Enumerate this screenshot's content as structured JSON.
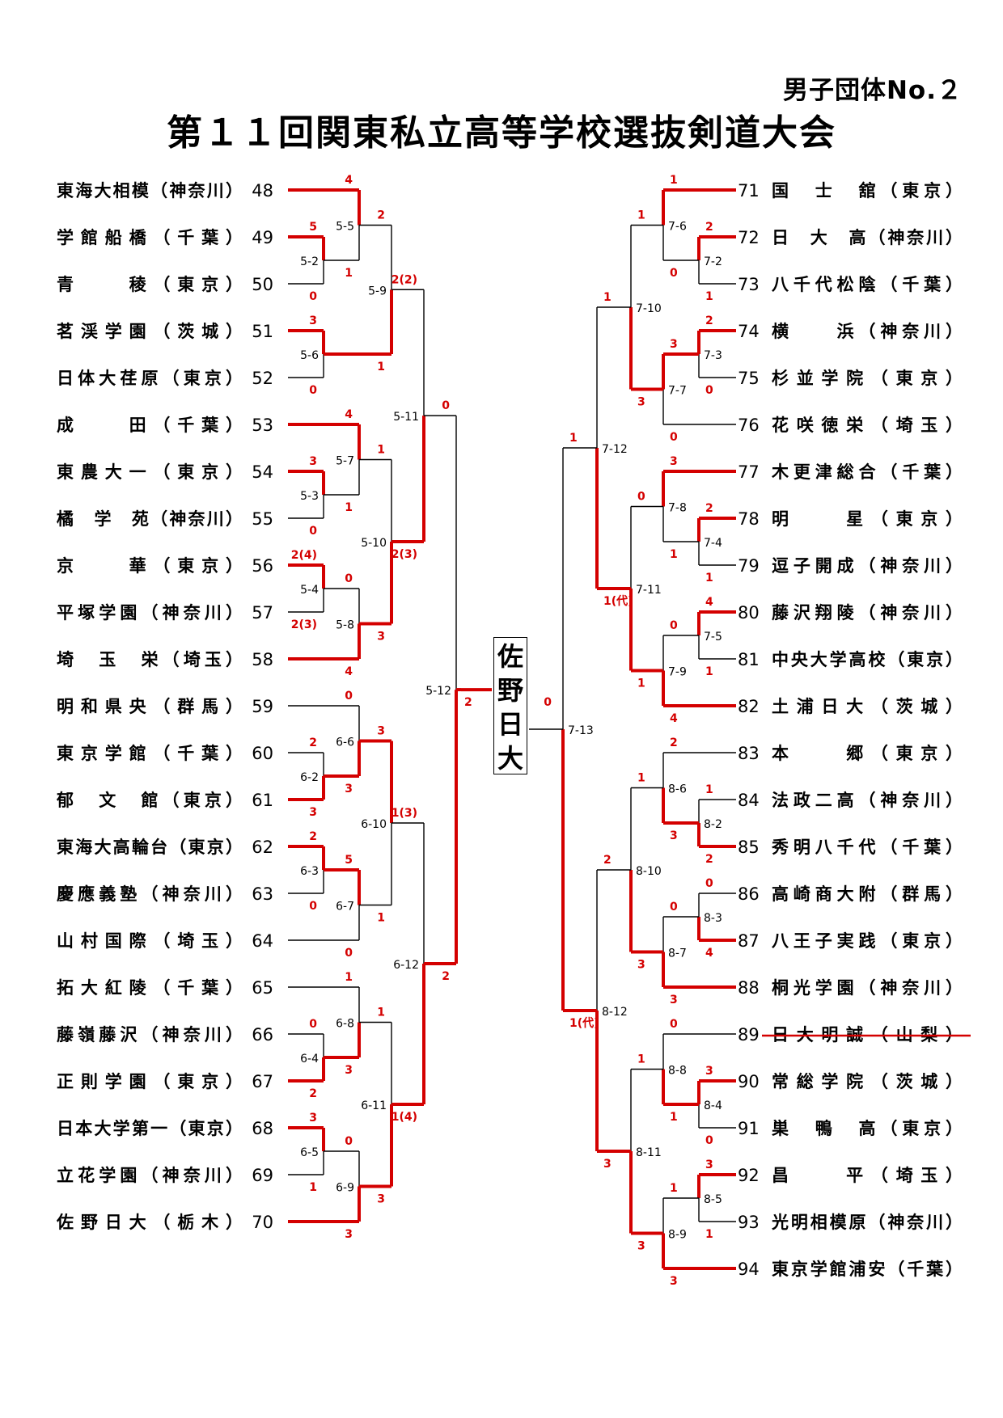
{
  "header": {
    "subtitle": "男子団体No.２",
    "title": "第１１回関東私立高等学校選抜剣道大会"
  },
  "colors": {
    "winner": "#d40000",
    "line": "#000000"
  },
  "winner": {
    "label": "佐野日大"
  },
  "left_teams": [
    {
      "num": "48",
      "name": "東海大相模（神奈川）"
    },
    {
      "num": "49",
      "name": "学館船橋（千葉）"
    },
    {
      "num": "50",
      "name": "青　　稜（東京）"
    },
    {
      "num": "51",
      "name": "茗渓学園（茨城）"
    },
    {
      "num": "52",
      "name": "日体大荏原（東京）"
    },
    {
      "num": "53",
      "name": "成　　田（千葉）"
    },
    {
      "num": "54",
      "name": "東農大一（東京）"
    },
    {
      "num": "55",
      "name": "橘　学　苑（神奈川）"
    },
    {
      "num": "56",
      "name": "京　　華（東京）"
    },
    {
      "num": "57",
      "name": "平塚学園（神奈川）"
    },
    {
      "num": "58",
      "name": "埼　玉　栄（埼玉）"
    },
    {
      "num": "59",
      "name": "明和県央（群馬）"
    },
    {
      "num": "60",
      "name": "東京学館（千葉）"
    },
    {
      "num": "61",
      "name": "郁　文　館（東京）"
    },
    {
      "num": "62",
      "name": "東海大高輪台（東京）"
    },
    {
      "num": "63",
      "name": "慶應義塾（神奈川）"
    },
    {
      "num": "64",
      "name": "山村国際（埼玉）"
    },
    {
      "num": "65",
      "name": "拓大紅陵（千葉）"
    },
    {
      "num": "66",
      "name": "藤嶺藤沢（神奈川）"
    },
    {
      "num": "67",
      "name": "正則学園（東京）"
    },
    {
      "num": "68",
      "name": "日本大学第一（東京）"
    },
    {
      "num": "69",
      "name": "立花学園（神奈川）"
    },
    {
      "num": "70",
      "name": "佐野日大（栃木）"
    }
  ],
  "right_teams": [
    {
      "num": "71",
      "name": "国　士　舘（東京）"
    },
    {
      "num": "72",
      "name": "日　大　高（神奈川）"
    },
    {
      "num": "73",
      "name": "八千代松陰（千葉）"
    },
    {
      "num": "74",
      "name": "横　　浜（神奈川）"
    },
    {
      "num": "75",
      "name": "杉並学院（東京）"
    },
    {
      "num": "76",
      "name": "花咲徳栄（埼玉）"
    },
    {
      "num": "77",
      "name": "木更津総合（千葉）"
    },
    {
      "num": "78",
      "name": "明　　星（東京）"
    },
    {
      "num": "79",
      "name": "逗子開成（神奈川）"
    },
    {
      "num": "80",
      "name": "藤沢翔陵（神奈川）"
    },
    {
      "num": "81",
      "name": "中央大学高校（東京）"
    },
    {
      "num": "82",
      "name": "土浦日大（茨城）"
    },
    {
      "num": "83",
      "name": "本　　郷（東京）"
    },
    {
      "num": "84",
      "name": "法政二高（神奈川）"
    },
    {
      "num": "85",
      "name": "秀明八千代（千葉）"
    },
    {
      "num": "86",
      "name": "高崎商大附（群馬）"
    },
    {
      "num": "87",
      "name": "八王子実践（東京）"
    },
    {
      "num": "88",
      "name": "桐光学園（神奈川）"
    },
    {
      "num": "89",
      "name": "日大明誠（山梨）",
      "struck": true
    },
    {
      "num": "90",
      "name": "常総学院（茨城）"
    },
    {
      "num": "91",
      "name": "巣　鴨　高（東京）"
    },
    {
      "num": "92",
      "name": "昌　　平（埼玉）"
    },
    {
      "num": "93",
      "name": "光明相模原（神奈川）"
    },
    {
      "num": "94",
      "name": "東京学館浦安（千葉）"
    }
  ],
  "matches_left": [
    {
      "id": "5-2",
      "a": "5",
      "b": "0",
      "win": "a"
    },
    {
      "id": "5-5",
      "a": "4",
      "b": "1",
      "win": "a"
    },
    {
      "id": "5-6",
      "a": "3",
      "b": "0",
      "win": "a"
    },
    {
      "id": "5-9",
      "a": "2",
      "b": "1",
      "win": "b"
    },
    {
      "id": "5-3",
      "a": "3",
      "b": "0",
      "win": "a"
    },
    {
      "id": "5-7",
      "a": "4",
      "b": "1",
      "win": "a"
    },
    {
      "id": "5-4",
      "a": "2(4)",
      "b": "2(3)",
      "win": "a"
    },
    {
      "id": "5-8",
      "a": "0",
      "b": "4",
      "win": "b"
    },
    {
      "id": "5-10",
      "a": "1",
      "b": "3",
      "win": "b"
    },
    {
      "id": "5-11",
      "a": "2(2)",
      "b": "2(3)",
      "win": "b"
    },
    {
      "id": "6-2",
      "a": "2",
      "b": "3",
      "win": "b"
    },
    {
      "id": "6-6",
      "a": "0",
      "b": "3",
      "win": "b"
    },
    {
      "id": "6-3",
      "a": "2",
      "b": "0",
      "win": "a"
    },
    {
      "id": "6-7",
      "a": "5",
      "b": "0",
      "win": "a"
    },
    {
      "id": "6-10",
      "a": "3",
      "b": "1",
      "win": "a"
    },
    {
      "id": "6-4",
      "a": "0",
      "b": "2",
      "win": "b"
    },
    {
      "id": "6-8",
      "a": "1",
      "b": "3",
      "win": "b"
    },
    {
      "id": "6-5",
      "a": "3",
      "b": "1",
      "win": "a"
    },
    {
      "id": "6-9",
      "a": "0",
      "b": "3",
      "win": "b"
    },
    {
      "id": "6-11",
      "a": "1",
      "b": "3",
      "win": "b"
    },
    {
      "id": "6-12",
      "a": "1(3)",
      "b": "1(4)",
      "win": "b"
    },
    {
      "id": "5-12",
      "a": "0",
      "b": "2",
      "win": "b"
    }
  ],
  "matches_right": [
    {
      "id": "7-2",
      "a": "2",
      "b": "1",
      "win": "a"
    },
    {
      "id": "7-6",
      "a": "1",
      "b": "0",
      "win": "a"
    },
    {
      "id": "7-3",
      "a": "2",
      "b": "0",
      "win": "a"
    },
    {
      "id": "7-7",
      "a": "3",
      "b": "0",
      "win": "a"
    },
    {
      "id": "7-10",
      "a": "1",
      "b": "3",
      "win": "b"
    },
    {
      "id": "7-4",
      "a": "2",
      "b": "1",
      "win": "a"
    },
    {
      "id": "7-8",
      "a": "3",
      "b": "1",
      "win": "a"
    },
    {
      "id": "7-5",
      "a": "4",
      "b": "1",
      "win": "a"
    },
    {
      "id": "7-9",
      "a": "0",
      "b": "4",
      "win": "b"
    },
    {
      "id": "7-11",
      "a": "0",
      "b": "1",
      "win": "b"
    },
    {
      "id": "7-12",
      "a": "1",
      "b": "1(代)",
      "win": "b"
    },
    {
      "id": "8-2",
      "a": "1",
      "b": "2",
      "win": "b"
    },
    {
      "id": "8-6",
      "a": "2",
      "b": "3",
      "win": "b"
    },
    {
      "id": "8-3",
      "a": "0",
      "b": "4",
      "win": "b"
    },
    {
      "id": "8-7",
      "a": "0",
      "b": "3",
      "win": "b"
    },
    {
      "id": "8-10",
      "a": "1",
      "b": "3",
      "win": "b"
    },
    {
      "id": "8-4",
      "a": "3",
      "b": "0",
      "win": "a"
    },
    {
      "id": "8-8",
      "a": "0",
      "b": "1",
      "win": "b"
    },
    {
      "id": "8-5",
      "a": "3",
      "b": "1",
      "win": "a"
    },
    {
      "id": "8-9",
      "a": "1",
      "b": "3",
      "win": "b"
    },
    {
      "id": "8-11",
      "a": "1",
      "b": "3",
      "win": "b"
    },
    {
      "id": "8-12",
      "a": "2",
      "b": "3",
      "win": "b"
    },
    {
      "id": "7-13",
      "a": "1",
      "b": "1(代)",
      "win": "b"
    }
  ],
  "final": {
    "left_score": "2",
    "right_score": "0"
  }
}
